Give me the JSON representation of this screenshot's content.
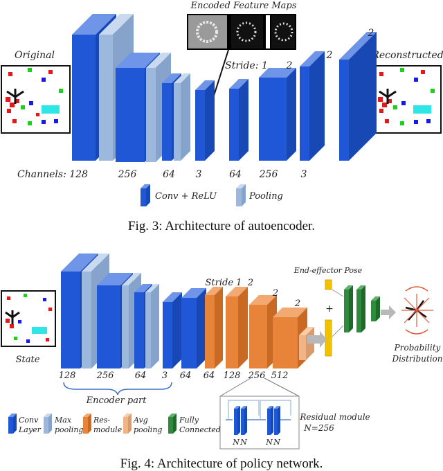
{
  "fig3": {
    "feature_maps_title": "Encoded Feature Maps",
    "original_label": "Original",
    "reconstructed_label": "Reconstructed",
    "stride1_label": "Stride: 1",
    "stride_2a": "2",
    "stride_2b": "2",
    "stride_2c": "2",
    "channels_label": "Channels: 128",
    "ch_256": "256",
    "ch_64": "64",
    "ch_3": "3",
    "ch_64b": "64",
    "ch_256b": "256",
    "ch_3b": "3",
    "legend_conv": "Conv + ReLU",
    "legend_pool": "Pooling",
    "caption": "Fig. 3: Architecture of autoencoder."
  },
  "fig4": {
    "state_label": "State",
    "stride1_label": "Stride 1",
    "stride_2a": "2",
    "stride_2b": "2",
    "stride_2c": "2",
    "ee_pose_label": "End-effector Pose",
    "plus": "+",
    "prob_line1": "Probability",
    "prob_line2": "Distribution",
    "ch_128": "128",
    "ch_256": "256",
    "ch_64": "64",
    "ch_3": "3",
    "ch_64b": "64",
    "ch_64c": "64",
    "ch_128b": "128",
    "ch_256b": "256",
    "ch_512": "512",
    "encoder_part": "Encoder part",
    "residual_module": "Residual module",
    "residual_n": "N=256",
    "n1": "N",
    "n2": "N",
    "n3": "N",
    "n4": "N",
    "legend_conv_1": "Conv",
    "legend_conv_2": "Layer",
    "legend_max_1": "Max",
    "legend_max_2": "pooling",
    "legend_res_1": "Res-",
    "legend_res_2": "module",
    "legend_avg_1": "Avg",
    "legend_avg_2": "pooling",
    "legend_fc_1": "Fully",
    "legend_fc_2": "Connected",
    "caption": "Fig. 4: Architecture of policy network."
  },
  "colors": {
    "conv": "#1f57d6",
    "pool": "#9db8dd",
    "res": "#e8833a",
    "avg": "#f0b486",
    "fc": "#2e8b3c",
    "pose": "#f2c200",
    "arrow": "#b8b8b8",
    "prob_arrow": "#e05a3a"
  }
}
